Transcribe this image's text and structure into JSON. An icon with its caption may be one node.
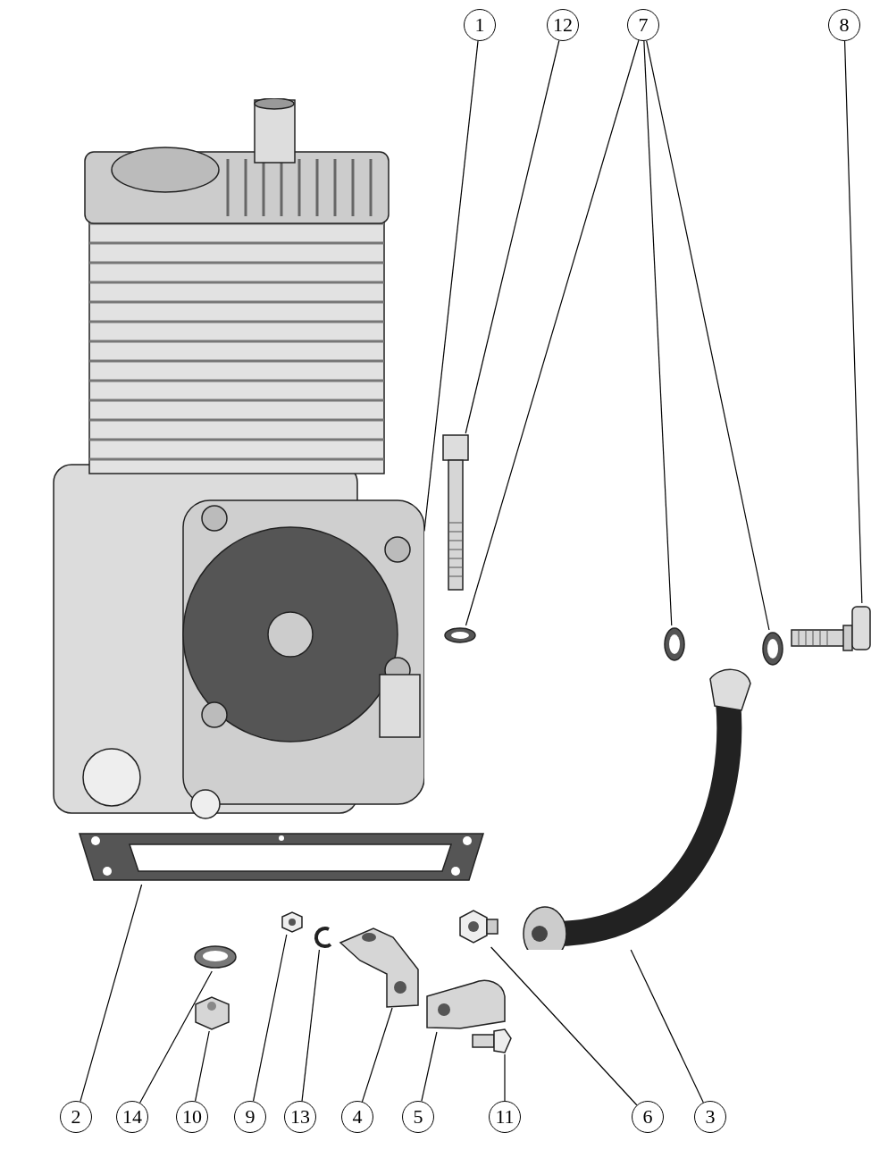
{
  "diagram": {
    "nodes": [
      {
        "text": [
          "1"
        ]
      },
      {
        "text": [
          "12"
        ]
      },
      {
        "text": [
          "7"
        ]
      },
      {
        "text": [
          "8"
        ]
      },
      {
        "text": [
          "2"
        ]
      },
      {
        "text": [
          "14"
        ]
      },
      {
        "text": [
          "10"
        ]
      },
      {
        "text": [
          "9"
        ]
      },
      {
        "text": [
          "13"
        ]
      },
      {
        "text": [
          "4"
        ]
      },
      {
        "text": [
          "5"
        ]
      },
      {
        "text": [
          "11"
        ]
      },
      {
        "text": [
          "6"
        ]
      },
      {
        "text": [
          "3"
        ]
      },
      {
        "text": [],
        "shape": "picture"
      },
      {
        "text": [],
        "shape": "picture"
      },
      {
        "text": [],
        "shape": "picture"
      },
      {
        "text": [],
        "shape": "picture"
      },
      {
        "text": [],
        "shape": "picture"
      },
      {
        "text": [],
        "shape": "picture"
      },
      {
        "text": [],
        "shape": "picture"
      },
      {
        "text": [],
        "shape": "picture"
      },
      {
        "text": [],
        "shape": "picture"
      },
      {
        "text": [],
        "shape": "picture"
      },
      {
        "text": [],
        "shape": "picture"
      },
      {
        "text": [],
        "shape": "picture"
      },
      {
        "text": [],
        "shape": "picture"
      },
      {
        "text": [],
        "shape": "picture"
      },
      {
        "text": [],
        "shape": "picture"
      },
      {
        "text": [],
        "shape": "picture"
      }
    ],
    "edges": [
      {
        "from": 0,
        "to": 14,
        "arrow": "none"
      },
      {
        "from": 1,
        "to": 15,
        "arrow": "none"
      },
      {
        "from": 2,
        "to": 16,
        "arrow": "none"
      },
      {
        "from": 2,
        "to": 17,
        "arrow": "none"
      },
      {
        "from": 2,
        "to": 18,
        "arrow": "none"
      },
      {
        "from": 3,
        "to": 19,
        "arrow": "none"
      },
      {
        "from": 4,
        "to": 20,
        "arrow": "none"
      },
      {
        "from": 5,
        "to": 21,
        "arrow": "none"
      },
      {
        "from": 6,
        "to": 22,
        "arrow": "none"
      },
      {
        "from": 7,
        "to": 23,
        "arrow": "none"
      },
      {
        "from": 8,
        "to": 24,
        "arrow": "none"
      },
      {
        "from": 9,
        "to": 25,
        "arrow": "none"
      },
      {
        "from": 10,
        "to": 26,
        "arrow": "none"
      },
      {
        "from": 11,
        "to": 27,
        "arrow": "none"
      },
      {
        "from": 12,
        "to": 28,
        "arrow": "none"
      },
      {
        "from": 13,
        "to": 29,
        "arrow": "none"
      }
    ]
  }
}
